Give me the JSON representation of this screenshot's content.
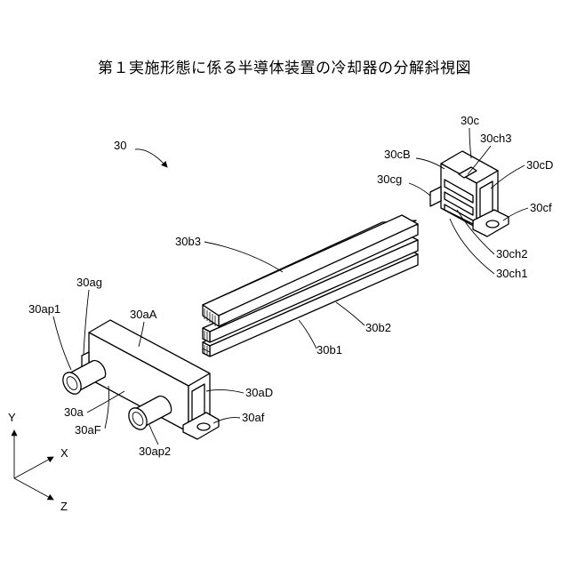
{
  "title": "第１実施形態に係る半導体装置の冷却器の分解斜視図",
  "labels": {
    "assembly": "30",
    "plate_top": "30b3",
    "plate_mid": "30b2",
    "plate_bottom": "30b1",
    "body_a": "30a",
    "body_a_top": "30aA",
    "body_a_flange": "30ag",
    "pipe_1": "30ap1",
    "pipe_2": "30ap2",
    "body_a_front": "30aF",
    "body_a_side": "30aD",
    "body_a_foot": "30af",
    "body_c": "30c",
    "body_c_back": "30cB",
    "body_c_flange": "30cg",
    "body_c_ch3": "30ch3",
    "body_c_side": "30cD",
    "body_c_foot": "30cf",
    "body_c_ch2": "30ch2",
    "body_c_ch1": "30ch1"
  },
  "axes": {
    "y": "Y",
    "x": "X",
    "z": "Z"
  }
}
